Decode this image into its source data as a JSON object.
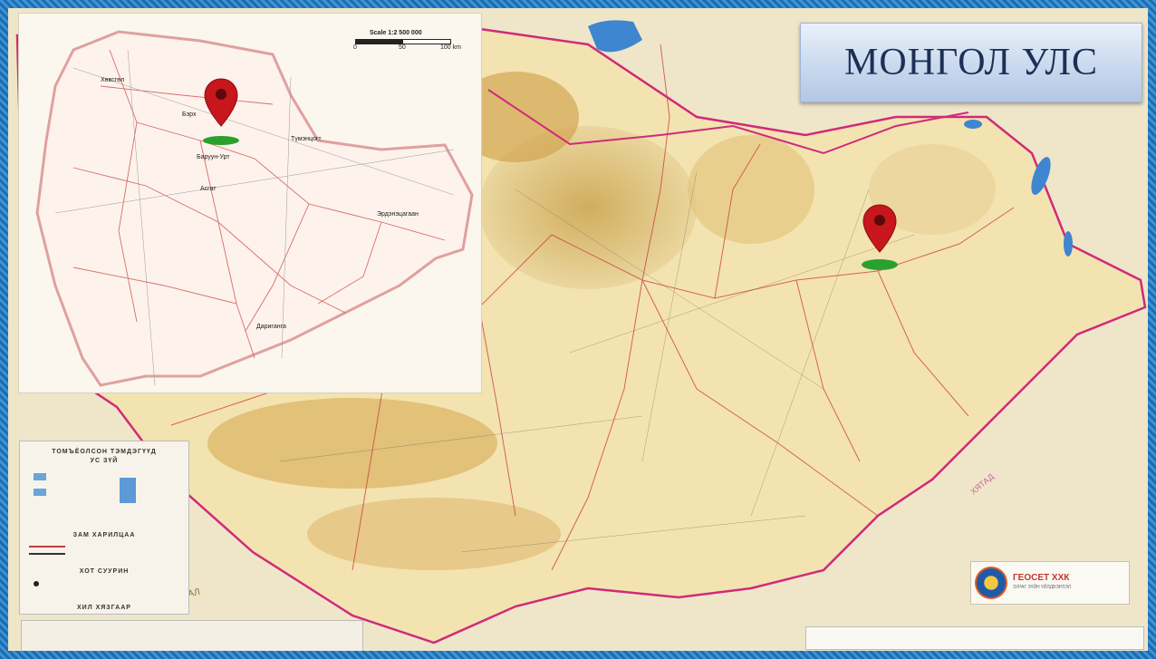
{
  "title": "МОНГОЛ УЛС",
  "inset": {
    "scale_title": "Scale 1:2 500 000",
    "scale_ticks": [
      "0",
      "50",
      "100 km"
    ],
    "place_labels": [
      "Бэрх",
      "Баруун-Урт",
      "Эрдэнэцагаан",
      "Дариганга",
      "Түмэнцогт",
      "Хөвсгөл",
      "Асгат"
    ]
  },
  "legend": {
    "heading": "ТОМЪЁОЛСОН ТЭМДЭГҮҮД",
    "sub_heading": "УС ЗҮЙ",
    "roads_heading": "ЗАМ ХАРИЛЦАА",
    "settlements_heading": "ХОТ СУУРИН",
    "border_heading": "ХИЛ ХЯЗГААР"
  },
  "map_labels": {
    "desert": "НАЙРАМДАЛ",
    "border_letters": "ХЯТАД"
  },
  "publisher": {
    "name": "ГЕОСЕТ ХХК",
    "tagline": "ЗУРАГ ЗҮЙН ҮЙЛДВЭРЛЭЛ"
  },
  "colors": {
    "border": "#1b6db0",
    "pin": "#c8161d",
    "pin_base": "#2aa12e",
    "title_text": "#1d2f54"
  },
  "icons": [
    "location-pin-icon",
    "location-pin-icon"
  ]
}
